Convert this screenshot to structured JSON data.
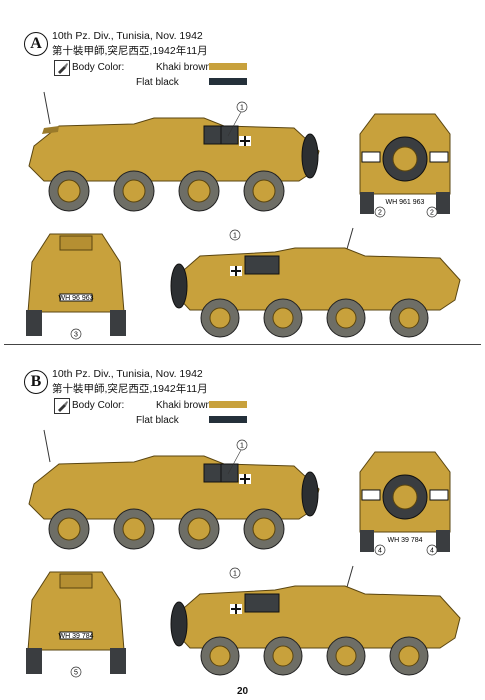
{
  "colors": {
    "khaki": "#c8a13c",
    "khaki_dark": "#9a7a2a",
    "black": "#24303a",
    "wheel": "#6e6e66"
  },
  "sections": [
    {
      "letter": "A",
      "unit": "10th Pz. Div., Tunisia, Nov. 1942",
      "unit_cn": "第十裝甲師,突尼西亞,1942年11月",
      "body_color_label": "Body Color:",
      "colors": [
        "Khaki brown",
        "Flat black"
      ],
      "callouts": {
        "left_side": "1",
        "right_side": "1",
        "rear_left": "2",
        "rear_right": "2",
        "front": "3"
      },
      "plate_rear": "WH 961 963",
      "plate_front": "WH 96 963"
    },
    {
      "letter": "B",
      "unit": "10th Pz. Div., Tunisia, Nov. 1942",
      "unit_cn": "第十裝甲師,突尼西亞,1942年11月",
      "body_color_label": "Body Color:",
      "colors": [
        "Khaki brown",
        "Flat black"
      ],
      "callouts": {
        "left_side": "1",
        "right_side": "1",
        "rear_left": "4",
        "rear_right": "4",
        "front": "5"
      },
      "plate_rear": "WH 39 784",
      "plate_front": "WH 39 784"
    }
  ],
  "page_number": "20"
}
